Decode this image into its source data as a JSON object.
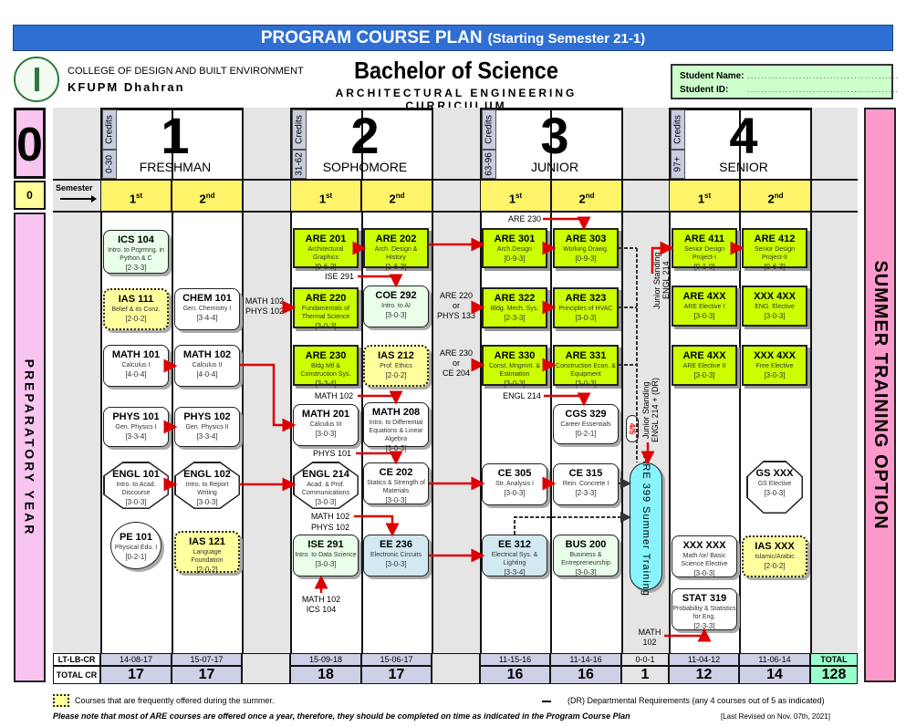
{
  "title": {
    "main": "PROGRAM COURSE PLAN",
    "sub": "(Starting Semester 21-1)"
  },
  "header": {
    "college": "COLLEGE OF DESIGN AND BUILT ENVIRONMENT",
    "university": "KFUPM Dhahran",
    "degree": "Bachelor of Science",
    "program": "ARCHITECTURAL ENGINEERING CURRICULUM",
    "student_name_label": "Student Name:",
    "student_id_label": "Student ID:",
    "blank": "............................................"
  },
  "prep": {
    "number": "0",
    "semester": "0",
    "label": "PREPARATORY YEAR"
  },
  "summer_option": "SUMMER TRAINING OPTION",
  "semester_label": "Semester",
  "credits_label": "Credits",
  "years": [
    {
      "number": "1",
      "name": "FRESHMAN",
      "range": "0-30",
      "sems": [
        {
          "n": "1",
          "sup": "st"
        },
        {
          "n": "2",
          "sup": "nd"
        }
      ]
    },
    {
      "number": "2",
      "name": "SOPHOMORE",
      "range": "31-62",
      "sems": [
        {
          "n": "1",
          "sup": "st"
        },
        {
          "n": "2",
          "sup": "nd"
        }
      ]
    },
    {
      "number": "3",
      "name": "JUNIOR",
      "range": "63-96",
      "sems": [
        {
          "n": "1",
          "sup": "st"
        },
        {
          "n": "2",
          "sup": "nd"
        }
      ]
    },
    {
      "number": "4",
      "name": "SENIOR",
      "range": "97+",
      "sems": [
        {
          "n": "1",
          "sup": "st"
        },
        {
          "n": "2",
          "sup": "nd"
        }
      ]
    }
  ],
  "courses": [
    {
      "code": "ICS 104",
      "title": "Intro. to Prgrmng. in Python & C",
      "hours": "[2-3-3]"
    },
    {
      "code": "IAS 111",
      "title": "Belief & its Conz.",
      "hours": "[2-0-2]"
    },
    {
      "code": "MATH 101",
      "title": "Calculus I",
      "hours": "[4-0-4]"
    },
    {
      "code": "PHYS 101",
      "title": "Gen. Physics I",
      "hours": "[3-3-4]"
    },
    {
      "code": "ENGL 101",
      "title": "Intro. to Acad. Discourse",
      "hours": "[3-0-3]"
    },
    {
      "code": "PE 101",
      "title": "Physical Edu. I",
      "hours": "[0-2-1]"
    },
    {
      "code": "CHEM 101",
      "title": "Gen. Chemistry I",
      "hours": "[3-4-4]"
    },
    {
      "code": "MATH 102",
      "title": "Calculus II",
      "hours": "[4-0-4]"
    },
    {
      "code": "PHYS 102",
      "title": "Gen. Physics II",
      "hours": "[3-3-4]"
    },
    {
      "code": "ENGL 102",
      "title": "Intro. to Report Writing",
      "hours": "[3-0-3]"
    },
    {
      "code": "IAS 121",
      "title": "Language Foundation",
      "hours": "[2-0-2]"
    },
    {
      "code": "ARE 201",
      "title": "Architectural Graphics",
      "hours": "[0-6-2]"
    },
    {
      "code": "ARE 220",
      "title": "Fundamentals of Thermal Science",
      "hours": "[3-0-3]"
    },
    {
      "code": "ARE 230",
      "title": "Bldg Mtl & Construction Sys.",
      "hours": "[3-3-4]"
    },
    {
      "code": "MATH 201",
      "title": "Calculus III",
      "hours": "[3-0-3]"
    },
    {
      "code": "ENGL 214",
      "title": "Acad. & Prof. Communications",
      "hours": "[3-0-3]"
    },
    {
      "code": "ISE 291",
      "title": "Intro. to Data Science",
      "hours": "[3-0-3]"
    },
    {
      "code": "ARE 202",
      "title": "Arch. Design & History",
      "hours": "[1-6-3]"
    },
    {
      "code": "COE 292",
      "title": "Intro. to AI",
      "hours": "[3-0-3]"
    },
    {
      "code": "IAS 212",
      "title": "Prof. Ethics",
      "hours": "[2-0-2]"
    },
    {
      "code": "MATH 208",
      "title": "Intro. to Differential Equations & Linear Algebra",
      "hours": "[3-0-3]"
    },
    {
      "code": "CE 202",
      "title": "Statics & Strength of Materials",
      "hours": "[3-0-3]"
    },
    {
      "code": "EE 236",
      "title": "Electronic Circuits",
      "hours": "[3-0-3]"
    },
    {
      "code": "ARE 301",
      "title": "Arch.Design",
      "hours": "[0-9-3]"
    },
    {
      "code": "ARE 322",
      "title": "Bldg. Mech. Sys.",
      "hours": "[2-3-3]"
    },
    {
      "code": "ARE 330",
      "title": "Const. Mngmnt. & Estimation",
      "hours": "[3-0-3]"
    },
    {
      "code": "CE 305",
      "title": "Str. Analysis I",
      "hours": "[3-0-3]"
    },
    {
      "code": "EE 312",
      "title": "Electrical Sys. & Lighting",
      "hours": "[3-3-4]"
    },
    {
      "code": "ARE 303",
      "title": "Working Drawg.",
      "hours": "[0-9-3]"
    },
    {
      "code": "ARE 323",
      "title": "Principles of HVAC",
      "hours": "[3-0-3]"
    },
    {
      "code": "ARE 331",
      "title": "Construction Econ. & Equipment",
      "hours": "[3-0-3]"
    },
    {
      "code": "CGS 329",
      "title": "Career Essentials",
      "hours": "[0-2-1]"
    },
    {
      "code": "CE 315",
      "title": "Rein. Concrete I",
      "hours": "[2-3-3]"
    },
    {
      "code": "BUS 200",
      "title": "Business & Entrepreneurship",
      "hours": "[3-0-3]"
    },
    {
      "code": "ARE 411",
      "title": "Senior Design Project-I",
      "hours": "[0-1-0]"
    },
    {
      "code": "ARE 4XX",
      "title": "ARE Elective I",
      "hours": "[3-0-3]"
    },
    {
      "code": "ARE 4XX",
      "title": "ARE Elective II",
      "hours": "[3-0-3]"
    },
    {
      "code": "XXX XXX",
      "title": "Math /or/ Basic Science Elective",
      "hours": "[3-0-3]"
    },
    {
      "code": "STAT 319",
      "title": "Probability & Statistics for Eng.",
      "hours": "[2-3-3]"
    },
    {
      "code": "ARE 412",
      "title": "Senior Design Project-II",
      "hours": "[0-6-3]"
    },
    {
      "code": "XXX 4XX",
      "title": "ENG. Elective",
      "hours": "[3-0-3]"
    },
    {
      "code": "XXX 4XX",
      "title": "Free Elective",
      "hours": "[3-0-3]"
    },
    {
      "code": "GS XXX",
      "title": "GS Elective",
      "hours": "[3-0-3]"
    },
    {
      "code": "IAS XXX",
      "title": "Islamic/Arabic",
      "hours": "[2-0-2]"
    }
  ],
  "summer_training": "ARE 399 Summer Training",
  "summer_badge": "4/5",
  "prereq_labels": [
    "ARE 230",
    "ISE 291",
    "MATH 102",
    "PHYS 101",
    "MATH 102",
    "PHYS 102",
    "MATH 102",
    "ICS 104",
    "MATH 102",
    "PHYS 102",
    "ARE 220",
    "or",
    "PHYS 133",
    "ARE 230",
    "or",
    "CE 204",
    "ENGL 214",
    "MATH",
    "102"
  ],
  "standing_labels": [
    "Junior Standing",
    "ENGL 214",
    "Junior Standing",
    "ENGL 214 + (DR)"
  ],
  "totals": {
    "lt_lb_cr_label": "LT-LB-CR",
    "total_cr_label": "TOTAL CR",
    "lt_lb_cr": [
      "14-08-17",
      "15-07-17",
      "15-09-18",
      "15-06-17",
      "11-15-16",
      "11-14-16",
      "0-0-1",
      "11-04-12",
      "11-06-14"
    ],
    "total_cr": [
      "17",
      "17",
      "18",
      "17",
      "16",
      "16",
      "1",
      "12",
      "14"
    ],
    "total_label": "TOTAL",
    "grand_total": "128"
  },
  "legend": {
    "summer": "Courses that are frequently offered during the summer.",
    "dr": "(DR) Departmental Requirements (any 4 courses out of 5 as indicated)",
    "note": "Please note that most of ARE courses are offered once a year, therefore, they should be completed on time as indicated in the Program Course Plan",
    "revised": "[Last Revised on Nov. 07th, 2021]"
  },
  "colors": {
    "title_bar": "#2f6fd3",
    "are_course": "#ccff00",
    "summer_course": "#ffff9e",
    "semester_row": "#fff36a",
    "prep": "#f8c4f0",
    "summer_option": "#ff99cc",
    "arrow": "#dd0000"
  }
}
